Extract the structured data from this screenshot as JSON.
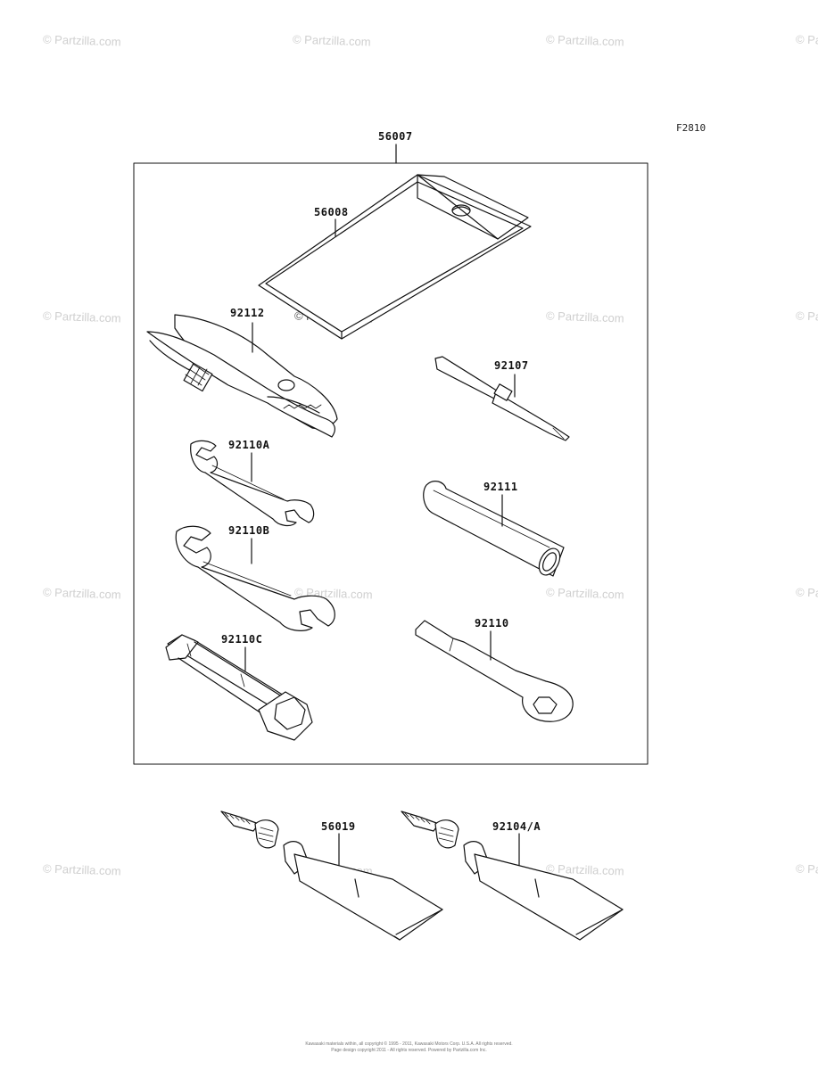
{
  "figure_code": "F2810",
  "watermark": "© Partzilla.com",
  "labels": {
    "kit": "56007",
    "bag": "56008",
    "pliers": "92112",
    "screwdriver": "92107",
    "wrench_a": "92110A",
    "handle": "92111",
    "wrench_b": "92110B",
    "ring_wrench": "92110",
    "spark_plug_wrench": "92110C",
    "grease_1": "56019",
    "grease_2": "92104/A"
  },
  "footer": {
    "line1": "Kawasaki materials within, all copyright © 1995 - 2011, Kawasaki Motors Corp. U.S.A. All rights reserved.",
    "line2": "Page design copyright 2011 - All rights reserved. Powered by Partzilla.com Inc."
  }
}
